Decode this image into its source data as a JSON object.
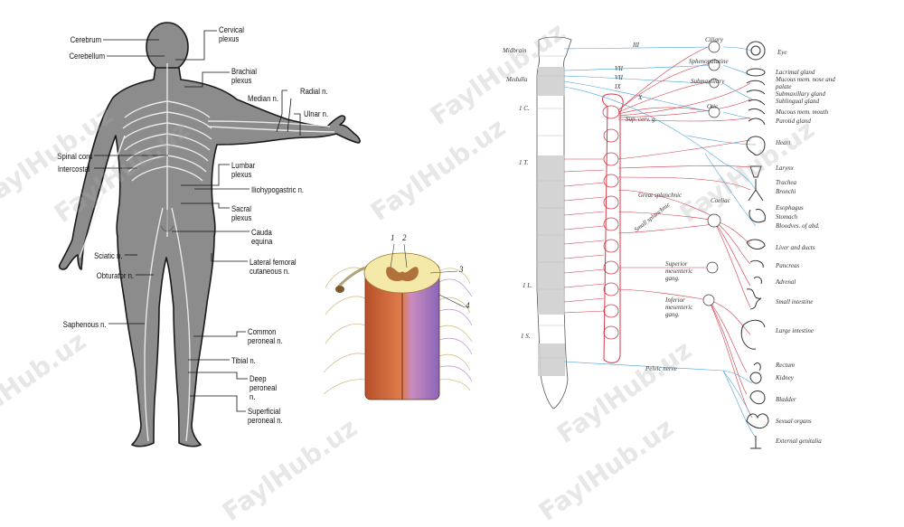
{
  "watermark": "FaylHub.uz",
  "figure_body": {
    "labels_right": [
      "Cervical plexus",
      "Brachial plexus",
      "Radial n.",
      "Median n.",
      "Ulnar n.",
      "Lumbar plexus",
      "Iliohypogastric n.",
      "Sacral plexus",
      "Cauda equina",
      "Lateral femoral cutaneous n.",
      "Common peroneal n.",
      "Tibial n.",
      "Deep peroneal n.",
      "Superficial peroneal n."
    ],
    "labels_left": [
      "Cerebrum",
      "Cerebellum",
      "Spinal cord",
      "Intercostal",
      "Sciatic n.",
      "Obturator n.",
      "Saphenous n."
    ]
  },
  "figure_cord": {
    "numbers": [
      "1",
      "2",
      "3",
      "4"
    ]
  },
  "figure_ans": {
    "spine_labels": [
      "Midbrain",
      "Medulla",
      "1 C.",
      "1 T.",
      "1 L.",
      "1 S."
    ],
    "cranial_labels": [
      "III",
      "VII",
      "VII",
      "IX",
      "X"
    ],
    "ganglia_labels": [
      "Ciliary",
      "Sphenopalatine",
      "Submaxillary",
      "Otic",
      "Sup. cerv. g."
    ],
    "plexus_labels": [
      "Great splanchnic",
      "Coeliac",
      "Small splanchnic",
      "Superior mesenteric gang.",
      "Inferior mesenteric gang.",
      "Pelvic nerve"
    ],
    "organs": [
      "Eye",
      "Lacrimal gland",
      "Mucous mem. nose and palate",
      "Submaxillary gland",
      "Sublingual gland",
      "Mucous mem. mouth",
      "Parotid gland",
      "Heart",
      "Larynx",
      "Trachea",
      "Bronchi",
      "Esophagus",
      "Stomach",
      "Bloodves. of abd.",
      "Liver and ducts",
      "Pancreas",
      "Adrenal",
      "Small intestine",
      "Large intestine",
      "Rectum",
      "Kidney",
      "Bladder",
      "Sexual organs",
      "External genitalia"
    ]
  }
}
